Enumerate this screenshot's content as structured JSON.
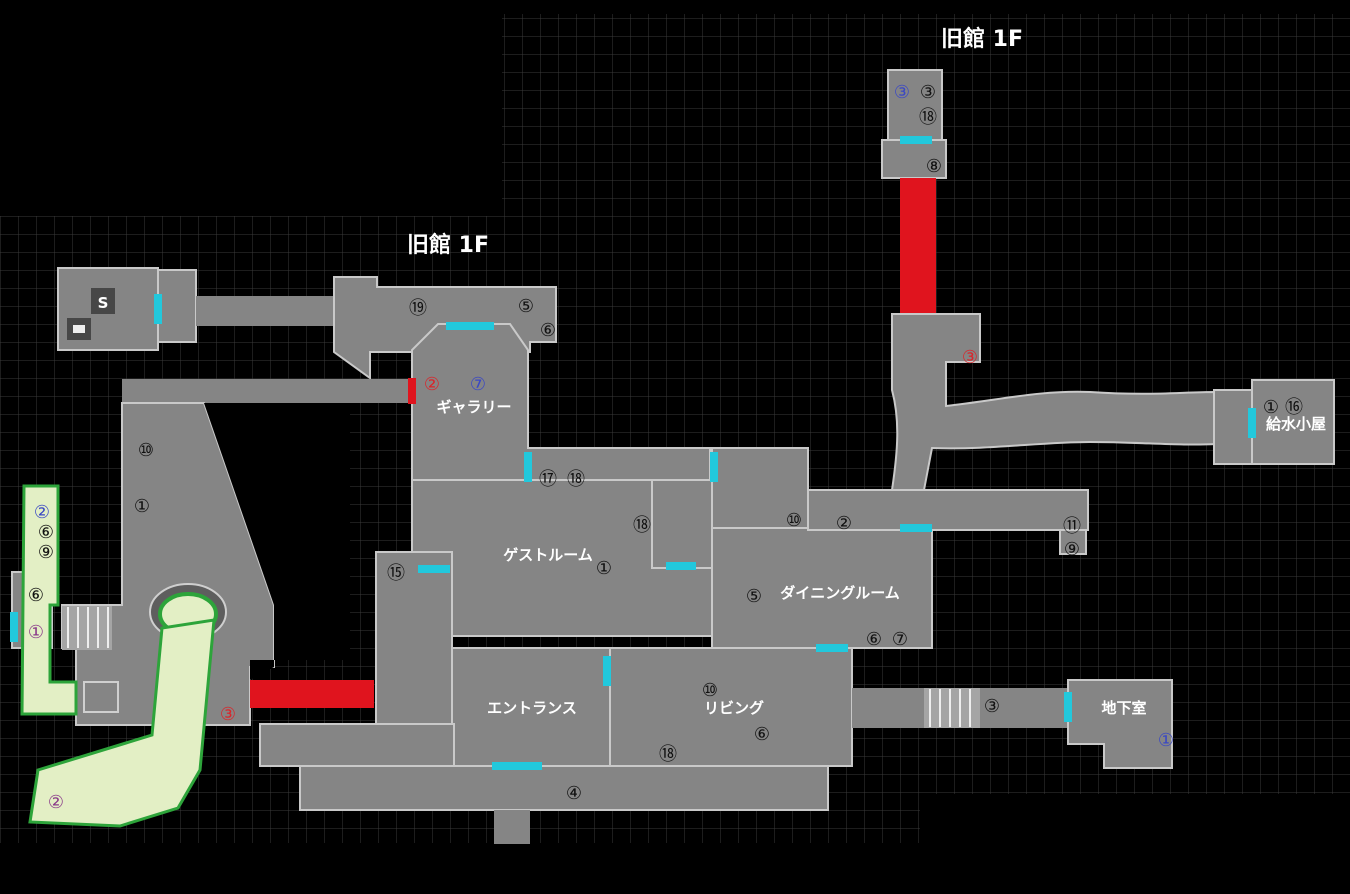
{
  "map": {
    "titles": [
      "旧館 1F",
      "旧館 1F"
    ],
    "rooms": {
      "gallery": "ギャラリー",
      "guest_room": "ゲストルーム",
      "dining_room": "ダイニングルーム",
      "entrance": "エントランス",
      "living": "リビング",
      "water_shed": "給水小屋",
      "basement": "地下室",
      "save_marker": "S"
    },
    "markers": [
      {
        "label": "③",
        "color": "blue"
      },
      {
        "label": "③",
        "color": "black"
      },
      {
        "label": "⑱",
        "color": "black"
      },
      {
        "label": "⑧",
        "color": "black"
      },
      {
        "label": "③",
        "color": "red"
      },
      {
        "label": "①",
        "color": "black"
      },
      {
        "label": "⑯",
        "color": "black"
      },
      {
        "label": "⑲",
        "color": "black"
      },
      {
        "label": "⑤",
        "color": "black"
      },
      {
        "label": "⑥",
        "color": "black"
      },
      {
        "label": "②",
        "color": "red"
      },
      {
        "label": "⑦",
        "color": "blue"
      },
      {
        "label": "⑩",
        "color": "black"
      },
      {
        "label": "①",
        "color": "black"
      },
      {
        "label": "⑰",
        "color": "black"
      },
      {
        "label": "⑱",
        "color": "black"
      },
      {
        "label": "⑱",
        "color": "black"
      },
      {
        "label": "⑩",
        "color": "black"
      },
      {
        "label": "②",
        "color": "black"
      },
      {
        "label": "⑪",
        "color": "black"
      },
      {
        "label": "⑨",
        "color": "black"
      },
      {
        "label": "②",
        "color": "blue"
      },
      {
        "label": "⑥",
        "color": "black"
      },
      {
        "label": "⑨",
        "color": "black"
      },
      {
        "label": "⑥",
        "color": "black"
      },
      {
        "label": "①",
        "color": "purple"
      },
      {
        "label": "⑮",
        "color": "black"
      },
      {
        "label": "①",
        "color": "black"
      },
      {
        "label": "⑤",
        "color": "black"
      },
      {
        "label": "⑥",
        "color": "black"
      },
      {
        "label": "⑦",
        "color": "black"
      },
      {
        "label": "③",
        "color": "red"
      },
      {
        "label": "⑩",
        "color": "black"
      },
      {
        "label": "⑥",
        "color": "black"
      },
      {
        "label": "⑱",
        "color": "black"
      },
      {
        "label": "③",
        "color": "black"
      },
      {
        "label": "①",
        "color": "blue"
      },
      {
        "label": "④",
        "color": "black"
      },
      {
        "label": "②",
        "color": "purple"
      }
    ],
    "colors": {
      "background": "#000000",
      "grid": "#3a3a3a",
      "room_fill": "#858585",
      "door": "#22c8dc",
      "locked_passage": "#e0141e",
      "highlight_outline": "#2da43a",
      "highlight_fill": "#e3efc5"
    }
  }
}
